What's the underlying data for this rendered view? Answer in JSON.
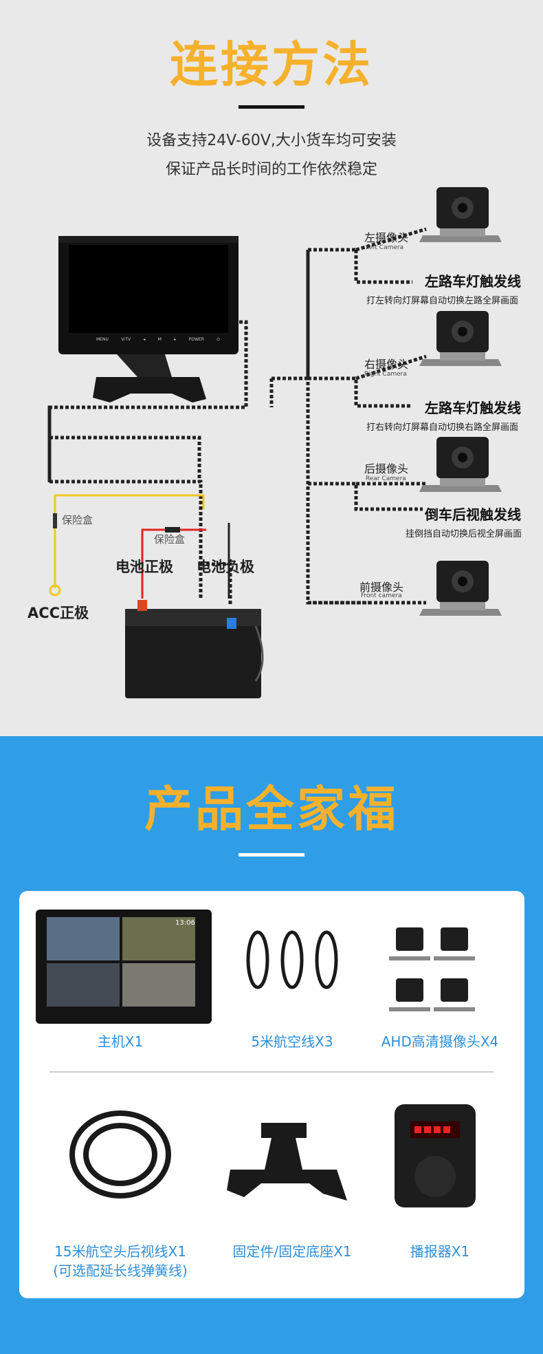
{
  "section1": {
    "title": "连接方法",
    "subtitle_line1": "设备支持24V-60V,大小货车均可安装",
    "subtitle_line2": "保证产品长时间的工作依然稳定",
    "cameras": [
      {
        "cn": "左摄像头",
        "en": "Left Camera",
        "trigger": "左路车灯触发线",
        "desc": "打左转向灯屏幕自动切换左路全屏画面"
      },
      {
        "cn": "右摄像头",
        "en": "Right Camera",
        "trigger": "左路车灯触发线",
        "desc": "打右转向灯屏幕自动切换右路全屏画面"
      },
      {
        "cn": "后摄像头",
        "en": "Rear Camera",
        "trigger": "倒车后视触发线",
        "desc": "挂倒挡自动切换后视全屏画面"
      },
      {
        "cn": "前摄像头",
        "en": "Front camera"
      }
    ],
    "fuse_label_1": "保险盒",
    "fuse_label_2": "保险盒",
    "battery_pos": "电池正极",
    "battery_neg": "电池负极",
    "acc": "ACC正极",
    "monitor_buttons": [
      "MENU",
      "V/TV",
      "◂",
      "M",
      "▸",
      "POWER",
      "⏻"
    ]
  },
  "section2": {
    "title": "产品全家福",
    "items": [
      {
        "caption": "主机X1"
      },
      {
        "caption": "5米航空线X3"
      },
      {
        "caption": "AHD高清摄像头X4"
      },
      {
        "caption_line1": "15米航空头后视线X1",
        "caption_line2": "(可选配延长线弹簧线)"
      },
      {
        "caption": "固定件/固定底座X1"
      },
      {
        "caption": "播报器X1"
      }
    ],
    "screen_time": "13:06"
  },
  "colors": {
    "accent": "#f6b12c",
    "blue": "#2f9ee6",
    "caption": "#2f8fd8"
  }
}
